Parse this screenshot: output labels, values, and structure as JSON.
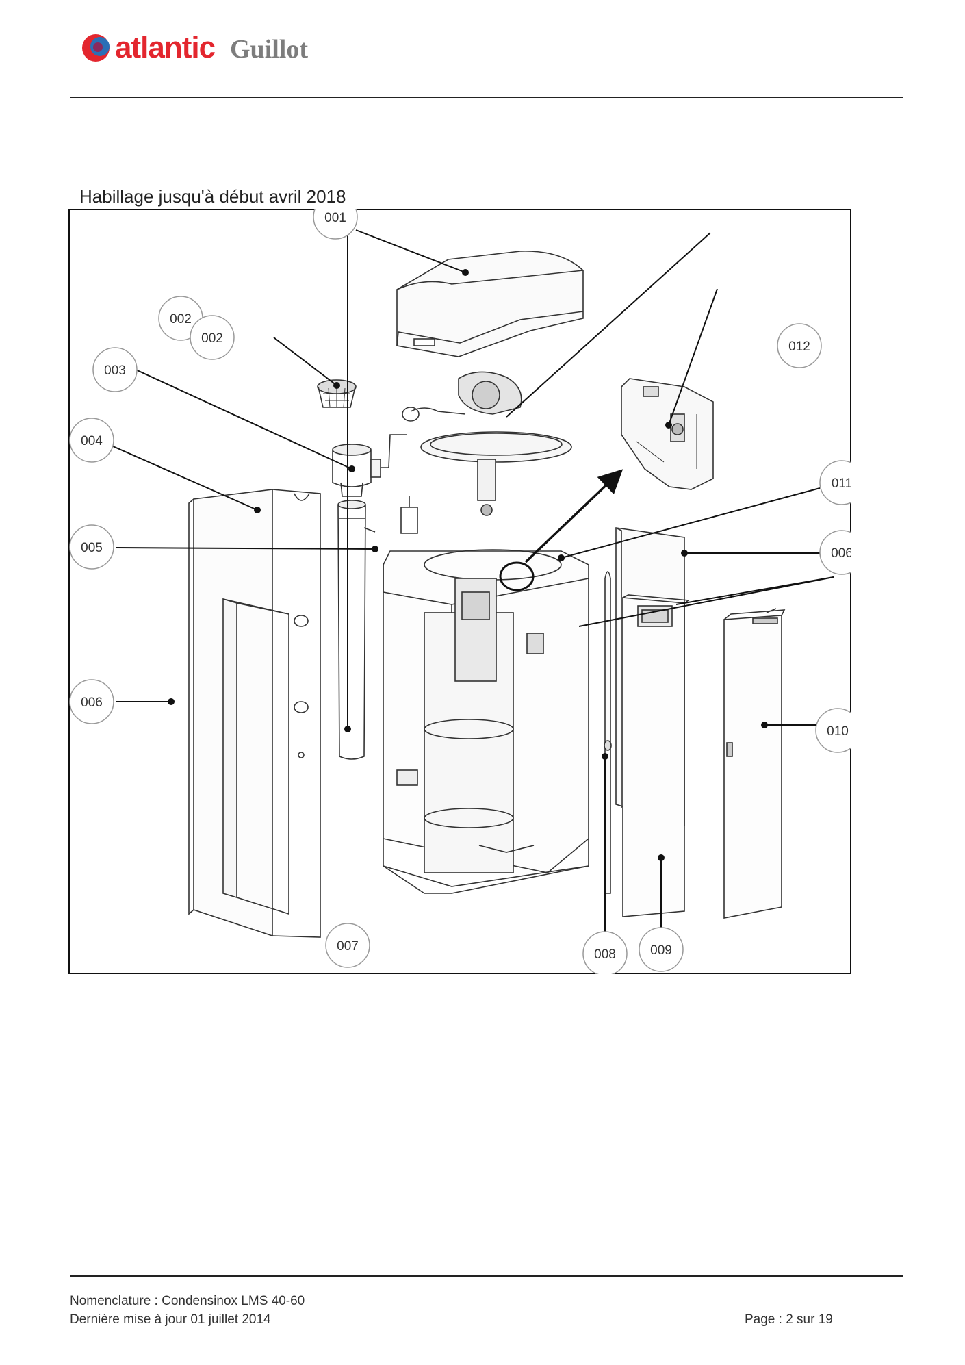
{
  "brand": {
    "name_part1": "atlantic",
    "name_part2": "Guillot",
    "colors": {
      "atlantic": "#e3262e",
      "guillot": "#7d7d7d",
      "mark_red": "#e3262e",
      "mark_blue": "#2b6fb6"
    }
  },
  "section": {
    "title": "Habillage jusqu'à début avril 2018"
  },
  "diagram": {
    "callouts": [
      {
        "id": "001",
        "label": "001"
      },
      {
        "id": "002a",
        "label": "002"
      },
      {
        "id": "002b",
        "label": "002"
      },
      {
        "id": "003",
        "label": "003"
      },
      {
        "id": "004",
        "label": "004"
      },
      {
        "id": "005",
        "label": "005"
      },
      {
        "id": "006a",
        "label": "006"
      },
      {
        "id": "006b",
        "label": "006"
      },
      {
        "id": "007",
        "label": "007"
      },
      {
        "id": "008",
        "label": "008"
      },
      {
        "id": "009",
        "label": "009"
      },
      {
        "id": "010",
        "label": "010"
      },
      {
        "id": "011",
        "label": "011"
      },
      {
        "id": "012",
        "label": "012"
      }
    ]
  },
  "footer": {
    "document": "Nomenclature : Condensinox LMS 40-60",
    "updated": "Dernière mise à jour 01 juillet 2014",
    "page": "Page : 2 sur 19"
  }
}
